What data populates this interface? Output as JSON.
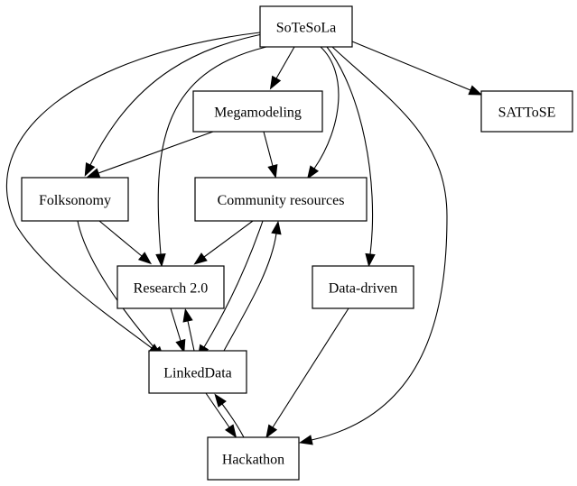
{
  "diagram": {
    "nodes": [
      {
        "id": "sotesola",
        "label": "SoTeSoLa"
      },
      {
        "id": "megamodeling",
        "label": "Megamodeling"
      },
      {
        "id": "sattose",
        "label": "SATToSE"
      },
      {
        "id": "folksonomy",
        "label": "Folksonomy"
      },
      {
        "id": "community",
        "label": "Community resources"
      },
      {
        "id": "research",
        "label": "Research 2.0"
      },
      {
        "id": "datadriven",
        "label": "Data-driven"
      },
      {
        "id": "linkeddata",
        "label": "LinkedData"
      },
      {
        "id": "hackathon",
        "label": "Hackathon"
      }
    ],
    "edges": [
      {
        "from": "sotesola",
        "to": "megamodeling"
      },
      {
        "from": "sotesola",
        "to": "sattose"
      },
      {
        "from": "sotesola",
        "to": "folksonomy"
      },
      {
        "from": "sotesola",
        "to": "community"
      },
      {
        "from": "sotesola",
        "to": "research"
      },
      {
        "from": "sotesola",
        "to": "datadriven"
      },
      {
        "from": "sotesola",
        "to": "linkeddata"
      },
      {
        "from": "sotesola",
        "to": "hackathon"
      },
      {
        "from": "megamodeling",
        "to": "folksonomy"
      },
      {
        "from": "megamodeling",
        "to": "community"
      },
      {
        "from": "folksonomy",
        "to": "research"
      },
      {
        "from": "folksonomy",
        "to": "linkeddata"
      },
      {
        "from": "community",
        "to": "research"
      },
      {
        "from": "community",
        "to": "linkeddata"
      },
      {
        "from": "linkeddata",
        "to": "community"
      },
      {
        "from": "research",
        "to": "linkeddata"
      },
      {
        "from": "linkeddata",
        "to": "research"
      },
      {
        "from": "datadriven",
        "to": "hackathon"
      },
      {
        "from": "linkeddata",
        "to": "hackathon"
      },
      {
        "from": "hackathon",
        "to": "linkeddata"
      }
    ]
  }
}
